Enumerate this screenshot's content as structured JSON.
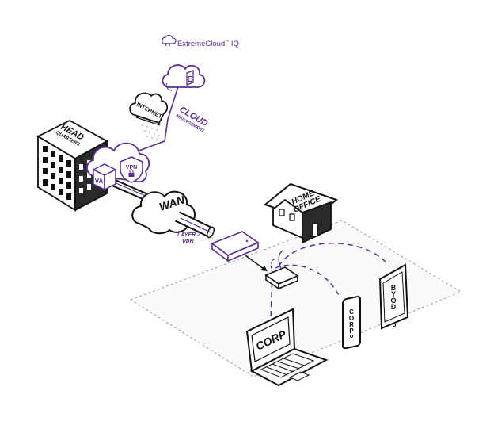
{
  "brand": {
    "name": "ExtremeCloud",
    "trademark": "™",
    "suffix": " IQ",
    "logo_icon": "cloud-logo-icon",
    "cloud_letter": "E"
  },
  "labels": {
    "internet": "INTERNET",
    "cloud_management_line1": "CLOUD",
    "cloud_management_line2": "MANAGEMENT",
    "head_quarters_line1": "HEAD",
    "head_quarters_line2": "QUARTERS",
    "va": "VA",
    "vpn": "VPN",
    "wan": "WAN",
    "layer2_line1": "LAYER 2",
    "layer2_line2": "VPN",
    "home_office_line1": "HOME",
    "home_office_line2": "OFFICE",
    "laptop": "CORP",
    "phone": "CORP",
    "tablet": "BYOD"
  },
  "colors": {
    "accent": "#5b2d8e",
    "ink": "#111111",
    "floor": "#9a9a9a"
  }
}
